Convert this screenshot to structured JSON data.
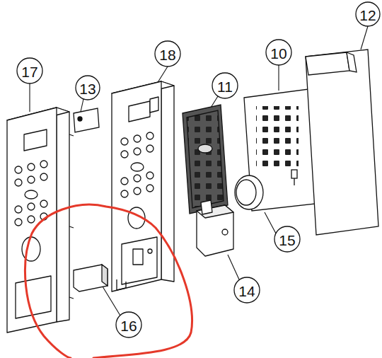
{
  "diagram": {
    "labels": [
      "12",
      "17",
      "18",
      "10",
      "13",
      "11",
      "15",
      "14",
      "16"
    ]
  }
}
